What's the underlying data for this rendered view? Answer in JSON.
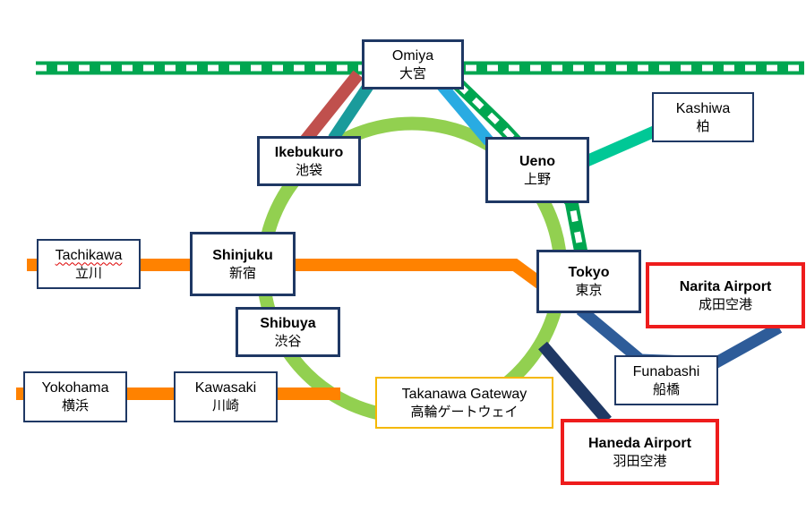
{
  "stations": {
    "omiya": {
      "en": "Omiya",
      "ja": "大宮"
    },
    "kashiwa": {
      "en": "Kashiwa",
      "ja": "柏"
    },
    "ikebukuro": {
      "en": "Ikebukuro",
      "ja": "池袋"
    },
    "ueno": {
      "en": "Ueno",
      "ja": "上野"
    },
    "tachikawa": {
      "en": "Tachikawa",
      "ja": "立川"
    },
    "shinjuku": {
      "en": "Shinjuku",
      "ja": "新宿"
    },
    "tokyo": {
      "en": "Tokyo",
      "ja": "東京"
    },
    "narita": {
      "en": "Narita Airport",
      "ja": "成田空港"
    },
    "shibuya": {
      "en": "Shibuya",
      "ja": "渋谷"
    },
    "funabashi": {
      "en": "Funabashi",
      "ja": "船橋"
    },
    "yokohama": {
      "en": "Yokohama",
      "ja": "横浜"
    },
    "kawasaki": {
      "en": "Kawasaki",
      "ja": "川崎"
    },
    "takanawa": {
      "en": "Takanawa Gateway",
      "ja": "高輪ゲートウェイ"
    },
    "haneda": {
      "en": "Haneda Airport",
      "ja": "羽田空港"
    }
  },
  "colors": {
    "loop_line": "#92d050",
    "green_dashed_line": "#00a650",
    "orange_line": "#ff8200",
    "red_line": "#c0504d",
    "teal_line": "#1a9b9b",
    "light_blue_line": "#29abe2",
    "kashiwa_line": "#00c896",
    "navy_line": "#2e5c99",
    "dark_navy_line": "#1f3864",
    "station_border": "#1f3864",
    "airport_border": "#ee1c1c",
    "gateway_border": "#f5b800"
  }
}
